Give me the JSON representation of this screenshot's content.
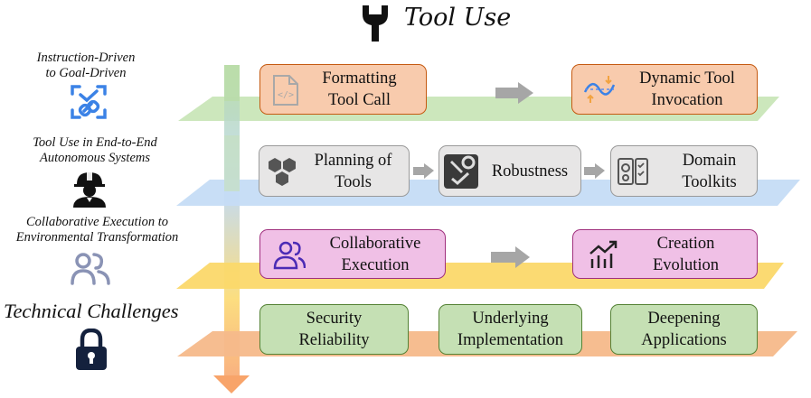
{
  "title": "Tool Use",
  "side": {
    "goal_driven": "Instruction-Driven\nto Goal-Driven",
    "end_to_end": "Tool Use in End-to-End\nAutonomous Systems",
    "collaborative": "Collaborative Execution to\nEnvironmental Transformation",
    "challenges": "Technical Challenges"
  },
  "layer1": {
    "box1": "Formatting\nTool Call",
    "box2": "Dynamic Tool\nInvocation"
  },
  "layer2": {
    "box1": "Planning of\nTools",
    "box2": "Robustness",
    "box3": "Domain\nToolkits"
  },
  "layer3": {
    "box1": "Collaborative\nExecution",
    "box2": "Creation\nEvolution"
  },
  "layer4": {
    "box1": "Security\nReliability",
    "box2": "Underlying\nImplementation",
    "box3": "Deepening\nApplications"
  },
  "colors": {
    "layer1_plane": "#c9e6b8",
    "layer2_plane": "#c5dcf5",
    "layer3_plane": "#fbd86a",
    "layer4_plane": "#f5b98a",
    "axis_top": "#b9dca8",
    "axis_mid": "#b8d4f0",
    "axis_bottom": "#f8a46a"
  }
}
